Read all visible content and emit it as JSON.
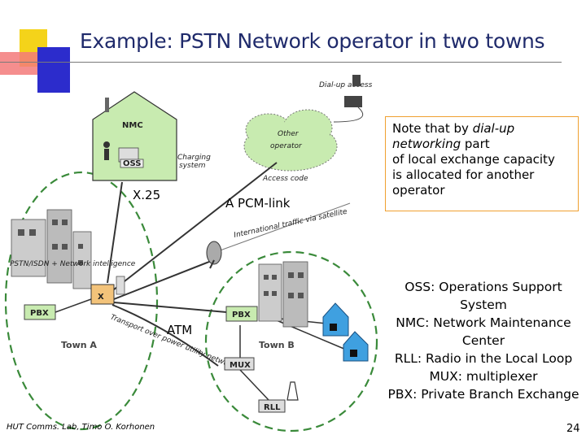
{
  "title": "Example: PSTN Network operator in two towns",
  "note": {
    "line1_a": "Note that by ",
    "line1_b": "dial-up",
    "line2_a": "networking",
    "line2_b": " part",
    "line3": "of local exchange capacity",
    "line4": "is allocated for another",
    "line5": "operator"
  },
  "legend": [
    "OSS: Operations Support",
    "System",
    "NMC: Network Maintenance",
    "Center",
    "RLL: Radio in the Local Loop",
    "MUX: multiplexer",
    "PBX: Private Branch Exchange"
  ],
  "labels": {
    "x25": "X.25",
    "pcm_link": "A PCM-link",
    "atm": "ATM"
  },
  "diagram": {
    "nmc": "NMC",
    "oss": "OSS",
    "charging_system_1": "Charging",
    "charging_system_2": "system",
    "other_operator_1": "Other",
    "other_operator_2": "operator",
    "dialup_access": "Dial-up access",
    "access_code": "Access code",
    "intl_traffic": "International traffic via satellite",
    "pstn_isdn": "PSTN/ISDN + Network intelligence",
    "pbx_a": "PBX",
    "pbx_b": "PBX",
    "town_a": "Town A",
    "town_b": "Town B",
    "mux": "MUX",
    "rll": "RLL",
    "exchange": "X",
    "transport_power": "Transport over power utility network"
  },
  "footer": "HUT Comms. Lab, Timo O. Korhonen",
  "page_number": "24"
}
